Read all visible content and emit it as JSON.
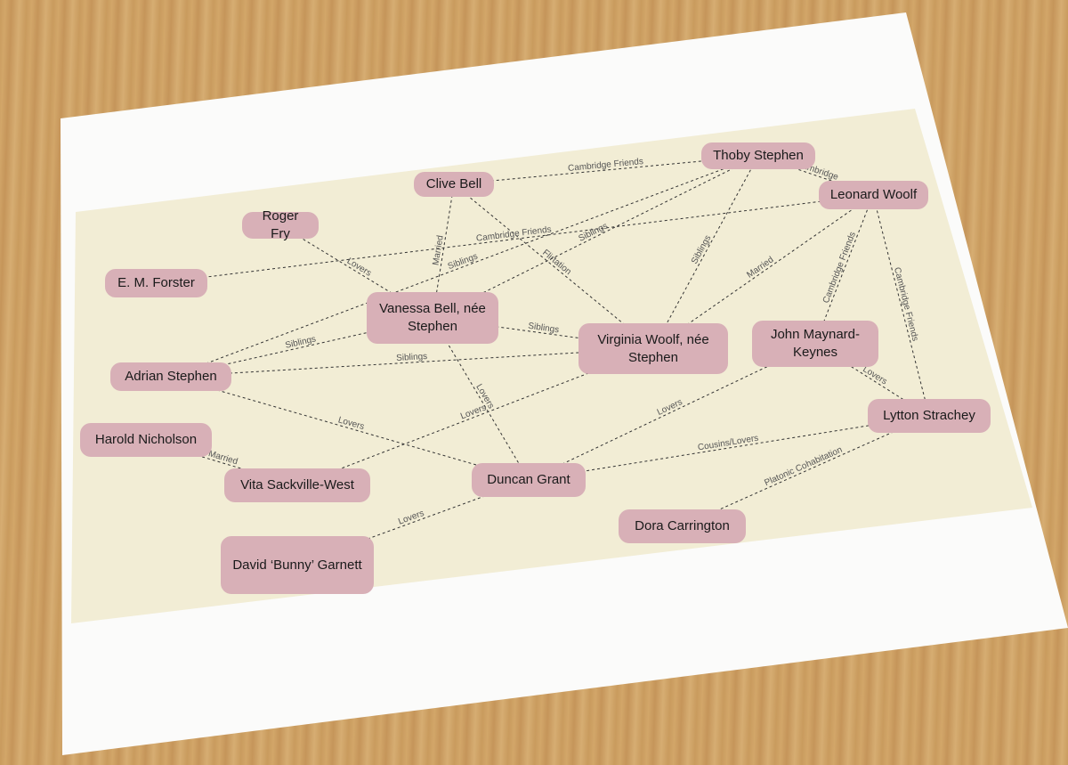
{
  "colors": {
    "node_fill": "#d8b0b7",
    "panel": "#f2edd5",
    "paper": "#ffffff",
    "edge": "#333333"
  },
  "nodes": [
    {
      "id": "clive",
      "label": "Clive Bell"
    },
    {
      "id": "thoby",
      "label": "Thoby Stephen"
    },
    {
      "id": "leonard",
      "label": "Leonard Woolf"
    },
    {
      "id": "roger",
      "label": "Roger Fry"
    },
    {
      "id": "forster",
      "label": "E. M. Forster"
    },
    {
      "id": "vanessa",
      "label": "Vanessa Bell, née Stephen"
    },
    {
      "id": "virginia",
      "label": "Virginia Woolf, née Stephen"
    },
    {
      "id": "keynes",
      "label": "John Maynard-Keynes"
    },
    {
      "id": "adrian",
      "label": "Adrian Stephen"
    },
    {
      "id": "lytton",
      "label": "Lytton Strachey"
    },
    {
      "id": "harold",
      "label": "Harold Nicholson"
    },
    {
      "id": "vita",
      "label": "Vita Sackville-West"
    },
    {
      "id": "duncan",
      "label": "Duncan Grant"
    },
    {
      "id": "dora",
      "label": "Dora Carrington"
    },
    {
      "id": "bunny",
      "label": "David ‘Bunny’ Garnett"
    }
  ],
  "edges": [
    {
      "from": "clive",
      "to": "thoby",
      "label": "Cambridge Friends"
    },
    {
      "from": "thoby",
      "to": "leonard",
      "label": "Cambridge"
    },
    {
      "from": "clive",
      "to": "vanessa",
      "label": "Married"
    },
    {
      "from": "clive",
      "to": "virginia",
      "label": "Flirtation"
    },
    {
      "from": "roger",
      "to": "vanessa",
      "label": "Lovers"
    },
    {
      "from": "forster",
      "to": "leonard",
      "label": "Cambridge Friends"
    },
    {
      "from": "thoby",
      "to": "vanessa",
      "label": "Siblings"
    },
    {
      "from": "thoby",
      "to": "adrian",
      "label": "Siblings"
    },
    {
      "from": "thoby",
      "to": "virginia",
      "label": "Siblings"
    },
    {
      "from": "leonard",
      "to": "virginia",
      "label": "Married"
    },
    {
      "from": "leonard",
      "to": "keynes",
      "label": "Cambridge Friends"
    },
    {
      "from": "leonard",
      "to": "lytton",
      "label": "Cambridge Friends"
    },
    {
      "from": "adrian",
      "to": "vanessa",
      "label": "Siblings"
    },
    {
      "from": "adrian",
      "to": "virginia",
      "label": "Siblings"
    },
    {
      "from": "vanessa",
      "to": "virginia",
      "label": "Siblings"
    },
    {
      "from": "vanessa",
      "to": "duncan",
      "label": "Lovers"
    },
    {
      "from": "adrian",
      "to": "duncan",
      "label": "Lovers"
    },
    {
      "from": "vita",
      "to": "virginia",
      "label": "Lovers"
    },
    {
      "from": "keynes",
      "to": "duncan",
      "label": "Lovers"
    },
    {
      "from": "keynes",
      "to": "lytton",
      "label": "Lovers"
    },
    {
      "from": "harold",
      "to": "vita",
      "label": "Married"
    },
    {
      "from": "duncan",
      "to": "lytton",
      "label": "Cousins/Lovers"
    },
    {
      "from": "dora",
      "to": "lytton",
      "label": "Platonic Cohabitation"
    },
    {
      "from": "bunny",
      "to": "duncan",
      "label": "Lovers"
    }
  ]
}
